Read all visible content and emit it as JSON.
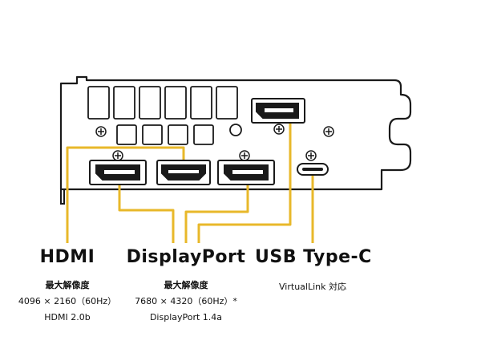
{
  "diagram": {
    "accent_color": "#E8B82A",
    "outline_color": "#1a1a1a",
    "ports": [
      {
        "name": "HDMI",
        "spec_heading": "最大解像度",
        "resolution": "4096 × 2160（60Hz）",
        "version": "HDMI 2.0b"
      },
      {
        "name": "DisplayPort",
        "spec_heading": "最大解像度",
        "resolution": "7680 × 4320（60Hz）*",
        "version": "DisplayPort 1.4a"
      },
      {
        "name": "USB Type-C",
        "spec_heading": "",
        "resolution": "VirtualLink 対応",
        "version": ""
      }
    ]
  }
}
